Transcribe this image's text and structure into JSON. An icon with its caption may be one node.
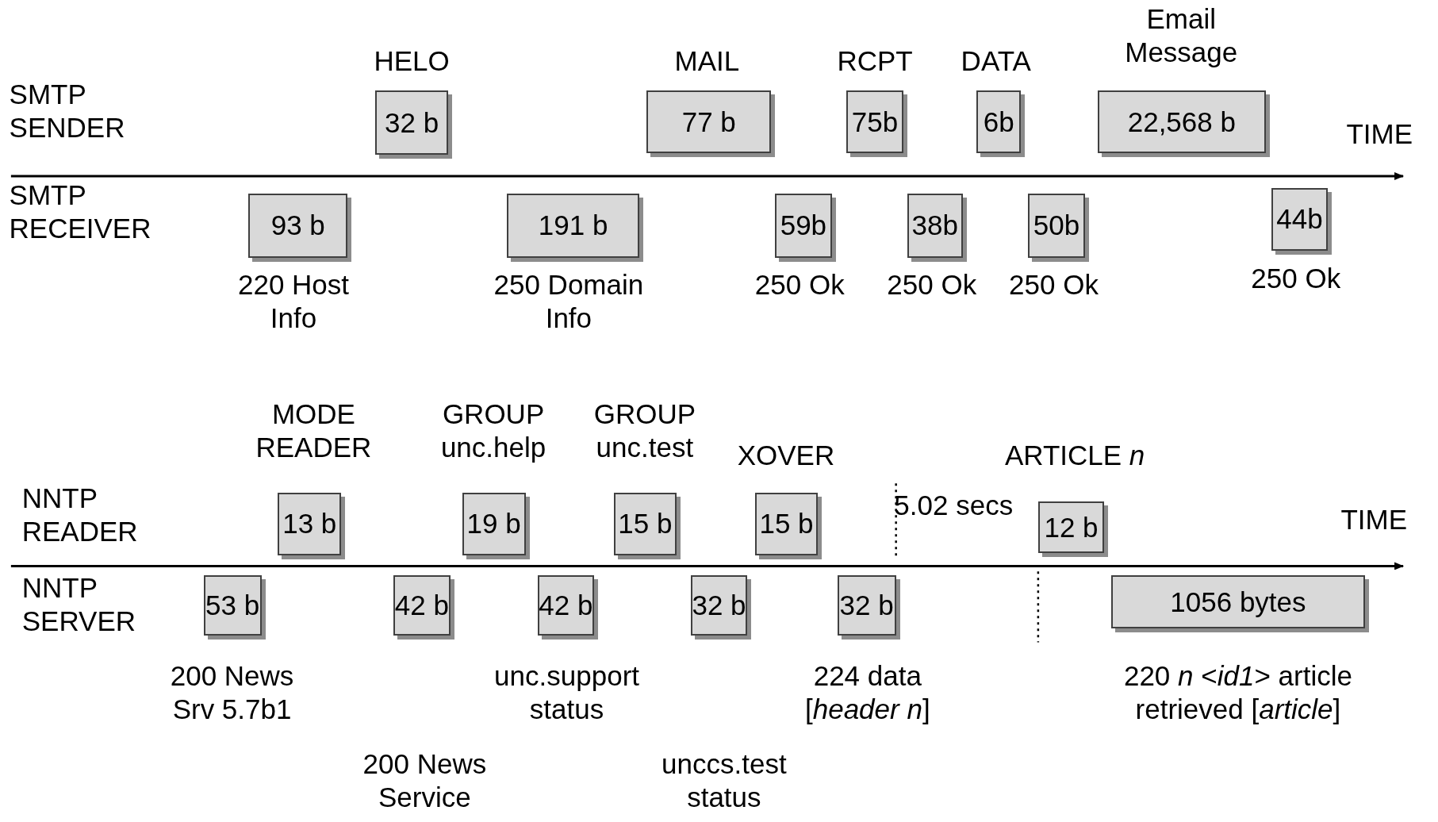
{
  "diagram": {
    "nodes": [
      {
        "text": [
          "32 b"
        ],
        "beside": [
          "HELO"
        ]
      },
      {
        "text": [
          "77 b"
        ],
        "beside": [
          "MAIL"
        ]
      },
      {
        "text": [
          "75b"
        ],
        "beside": [
          "RCPT"
        ]
      },
      {
        "text": [
          "6b"
        ],
        "beside": [
          "DATA"
        ]
      },
      {
        "text": [
          "22,568 b"
        ],
        "beside": [
          "Email Message"
        ]
      },
      {
        "text": [
          "93 b"
        ],
        "beside": [
          "220 Host Info"
        ]
      },
      {
        "text": [
          "191 b"
        ],
        "beside": [
          "250 Domain Info"
        ]
      },
      {
        "text": [
          "59b"
        ],
        "beside": [
          "250 Ok"
        ]
      },
      {
        "text": [
          "38b"
        ],
        "beside": [
          "250 Ok"
        ]
      },
      {
        "text": [
          "50b"
        ],
        "beside": [
          "250 Ok"
        ]
      },
      {
        "text": [
          "44b"
        ],
        "beside": [
          "250 Ok"
        ]
      },
      {
        "text": [
          "13 b"
        ],
        "beside": [
          "MODE READER"
        ]
      },
      {
        "text": [
          "19 b"
        ],
        "beside": [
          "GROUP unc.help"
        ]
      },
      {
        "text": [
          "15 b"
        ],
        "beside": [
          "GROUP unc.test"
        ]
      },
      {
        "text": [
          "15 b"
        ],
        "beside": [
          "XOVER"
        ]
      },
      {
        "text": [
          "12 b"
        ],
        "beside": [
          "ARTICLE *n*"
        ]
      },
      {
        "text": [
          "53 b"
        ],
        "beside": [
          "200 News Srv 5.7b1"
        ]
      },
      {
        "text": [
          "42 b"
        ]
      },
      {
        "text": [
          "42 b"
        ],
        "beside": [
          "unc.support status"
        ]
      },
      {
        "text": [
          "32 b"
        ]
      },
      {
        "text": [
          "32 b"
        ],
        "beside": [
          "224 data [*header n*]"
        ]
      },
      {
        "text": [
          "1056 bytes"
        ],
        "beside": [
          "220 *n* <*id1*> article retrieved [*article*]"
        ]
      }
    ],
    "labels": [
      "SMTP SENDER",
      "TIME",
      "SMTP RECEIVER",
      "NNTP READER",
      "5.02 secs",
      "TIME",
      "NNTP SERVER",
      "200 News Service",
      "unccs.test status"
    ]
  }
}
